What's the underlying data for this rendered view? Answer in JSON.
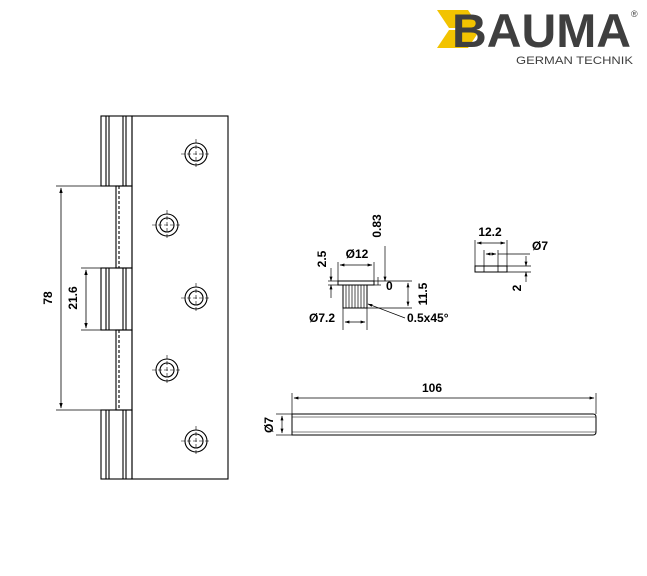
{
  "brand": {
    "name": "BAUMA",
    "registered_mark": "®",
    "tagline": "GERMAN TECHNIK",
    "accent_color": "#f2c300",
    "text_color": "#3f3f3f"
  },
  "hinge": {
    "dims": {
      "overall_knuckle_span": "78",
      "middle_knuckle": "21.6"
    },
    "screw_hole_count": 5
  },
  "screw": {
    "dims": {
      "head_height": "2.5",
      "head_diameter": "Ø12",
      "top_offset": "0.83",
      "gap": "0",
      "shank_length": "11.5",
      "shank_diameter": "Ø7.2",
      "chamfer": "0.5x45°"
    }
  },
  "washer": {
    "dims": {
      "outer_width": "12.2",
      "hole_diameter": "Ø7",
      "thickness": "2"
    }
  },
  "pin": {
    "dims": {
      "length": "106",
      "diameter": "Ø7"
    }
  }
}
